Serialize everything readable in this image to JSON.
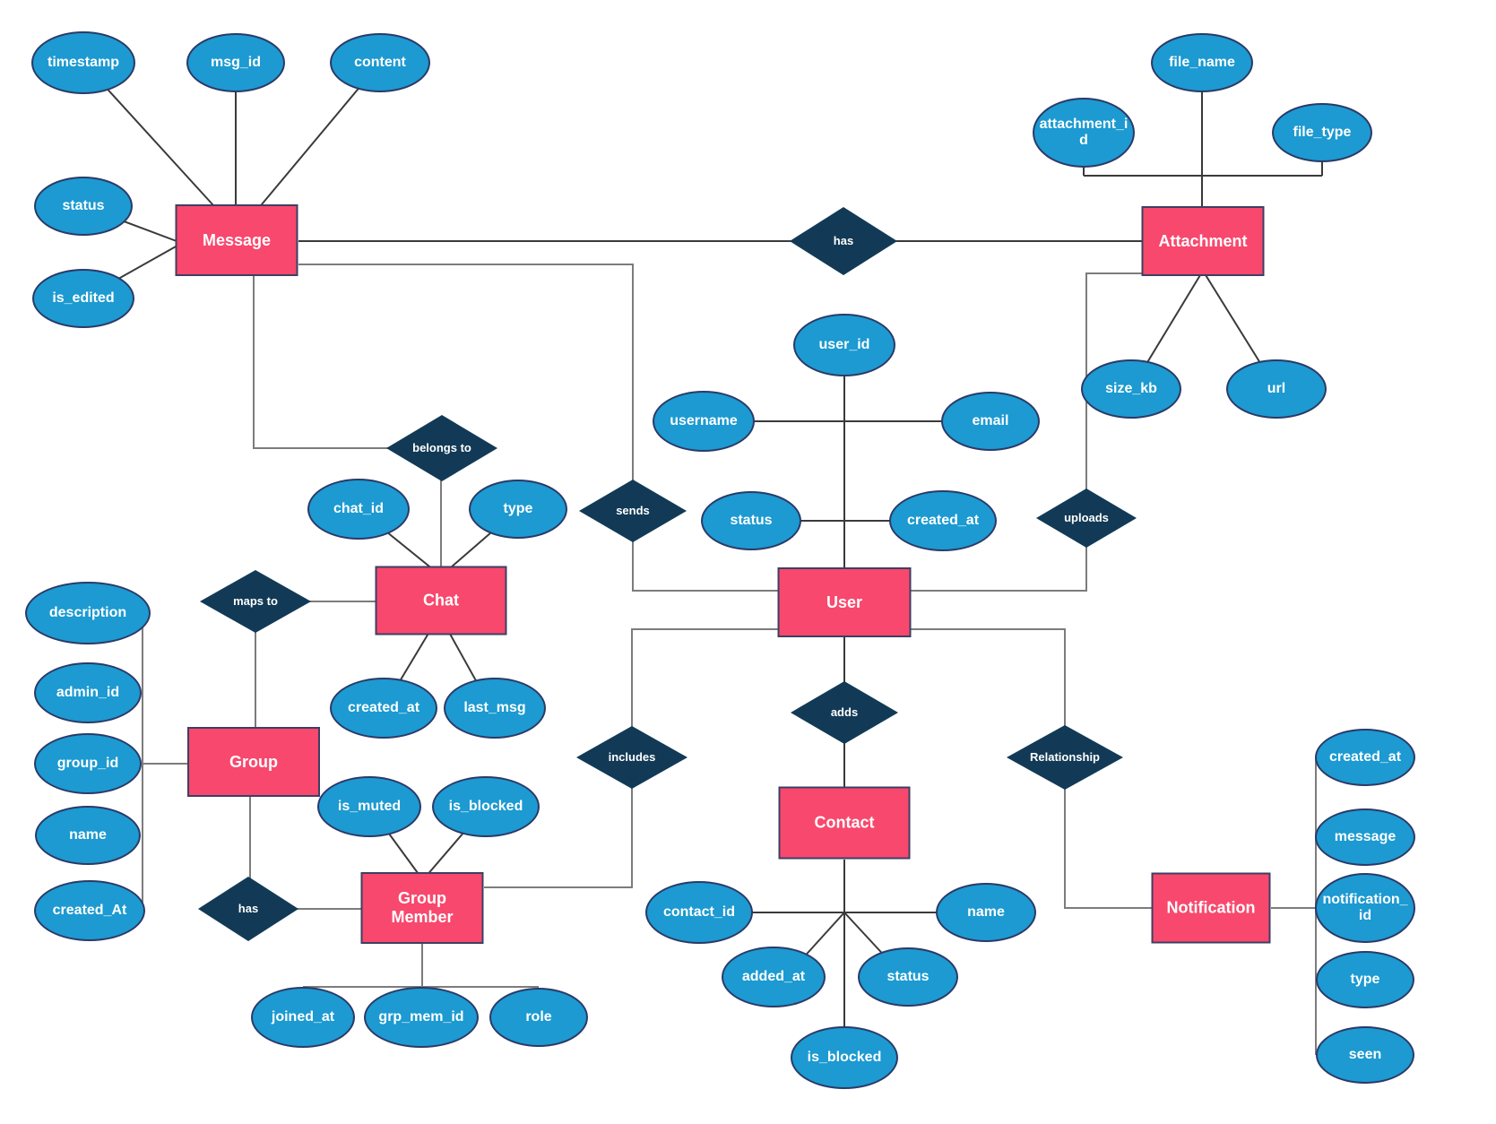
{
  "diagram_type": "entity-relationship-diagram",
  "colors": {
    "entity_fill": "#f8486d",
    "entity_border": "#3d3f63",
    "attribute_fill": "#1c9ad1",
    "attribute_border": "#2b3a67",
    "relationship_fill": "#123a56",
    "connector_gray": "#7c7c7c",
    "connector_dark": "#3a3a3a",
    "text": "#ffffff",
    "background": "#ffffff"
  },
  "entities": {
    "message": "Message",
    "attachment": "Attachment",
    "chat": "Chat",
    "user": "User",
    "group": "Group",
    "group_member": "Group Member",
    "contact": "Contact",
    "notification": "Notification"
  },
  "relationships": {
    "has_attachment": "has",
    "belongs_to": "belongs to",
    "sends": "sends",
    "uploads": "uploads",
    "maps_to": "maps to",
    "includes": "includes",
    "adds": "adds",
    "relationship": "Relationship",
    "has_member": "has"
  },
  "attributes": {
    "message": {
      "timestamp": "timestamp",
      "msg_id": "msg_id",
      "content": "content",
      "status": "status",
      "is_edited": "is_edited"
    },
    "attachment": {
      "file_name": "file_name",
      "attachment_id": "attachment_id",
      "file_type": "file_type",
      "size_kb": "size_kb",
      "url": "url"
    },
    "user": {
      "user_id": "user_id",
      "username": "username",
      "email": "email",
      "status": "status",
      "created_at": "created_at"
    },
    "chat": {
      "chat_id": "chat_id",
      "type": "type",
      "created_at": "created_at",
      "last_msg": "last_msg"
    },
    "group": {
      "description": "description",
      "admin_id": "admin_id",
      "group_id": "group_id",
      "name": "name",
      "created_at": "created_At"
    },
    "group_member": {
      "is_muted": "is_muted",
      "is_blocked": "is_blocked",
      "joined_at": "joined_at",
      "grp_mem_id": "grp_mem_id",
      "role": "role"
    },
    "contact": {
      "contact_id": "contact_id",
      "name": "name",
      "added_at": "added_at",
      "status": "status",
      "is_blocked": "is_blocked"
    },
    "notification": {
      "created_at": "created_at",
      "message": "message",
      "notification_id": "notification_id",
      "type": "type",
      "seen": "seen"
    }
  }
}
